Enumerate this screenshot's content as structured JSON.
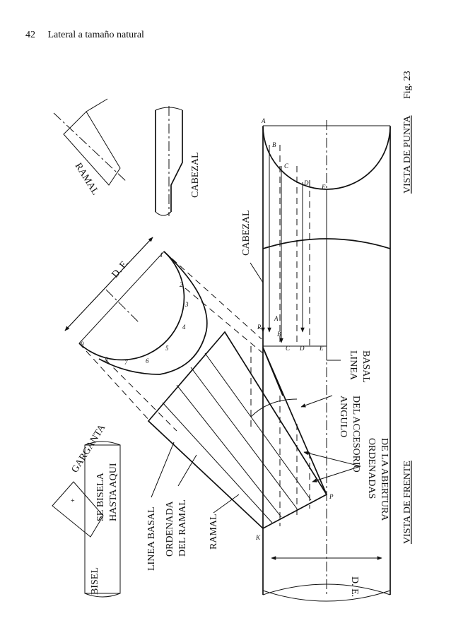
{
  "header": {
    "page_number": "42",
    "title": "Lateral a tamaño natural"
  },
  "figure": {
    "fig_label": "Fig. 23",
    "views": {
      "end_view": "VISTA DE PUNTA",
      "front_view": "VISTA DE FRENTE"
    },
    "labels": {
      "ramal_inset": "RAMAL",
      "cabezal_inset": "CABEZAL",
      "cabezal_main": "CABEZAL",
      "de_top": "D. E.",
      "de_bottom": "D. E.",
      "garganta": "GARGANTA",
      "se_bisela_1": "SE BISELA",
      "se_bisela_2": "HASTA AQUI",
      "bisel": "BISEL",
      "linea_basal_1": "LINEA BASAL",
      "ordenada_ramal_1": "ORDENADA",
      "ordenada_ramal_2": "DEL RAMAL",
      "ramal_main": "RAMAL",
      "linea_basal_2a": "LINEA",
      "linea_basal_2b": "BASAL",
      "angulo_1": "ANGULO",
      "angulo_2": "DEL ACCESORIO",
      "ordenadas_1": "ORDENADAS",
      "ordenadas_2": "DE LA ABERTURA"
    },
    "end_points": [
      "A",
      "B",
      "C",
      "D",
      "E"
    ],
    "opening_points": [
      "R",
      "A",
      "B",
      "C",
      "D",
      "E"
    ],
    "corner_points": {
      "k": "K",
      "p": "P"
    },
    "semicircle_numbers": [
      "1",
      "2",
      "3",
      "4",
      "5",
      "6",
      "7",
      "8",
      "9"
    ]
  }
}
